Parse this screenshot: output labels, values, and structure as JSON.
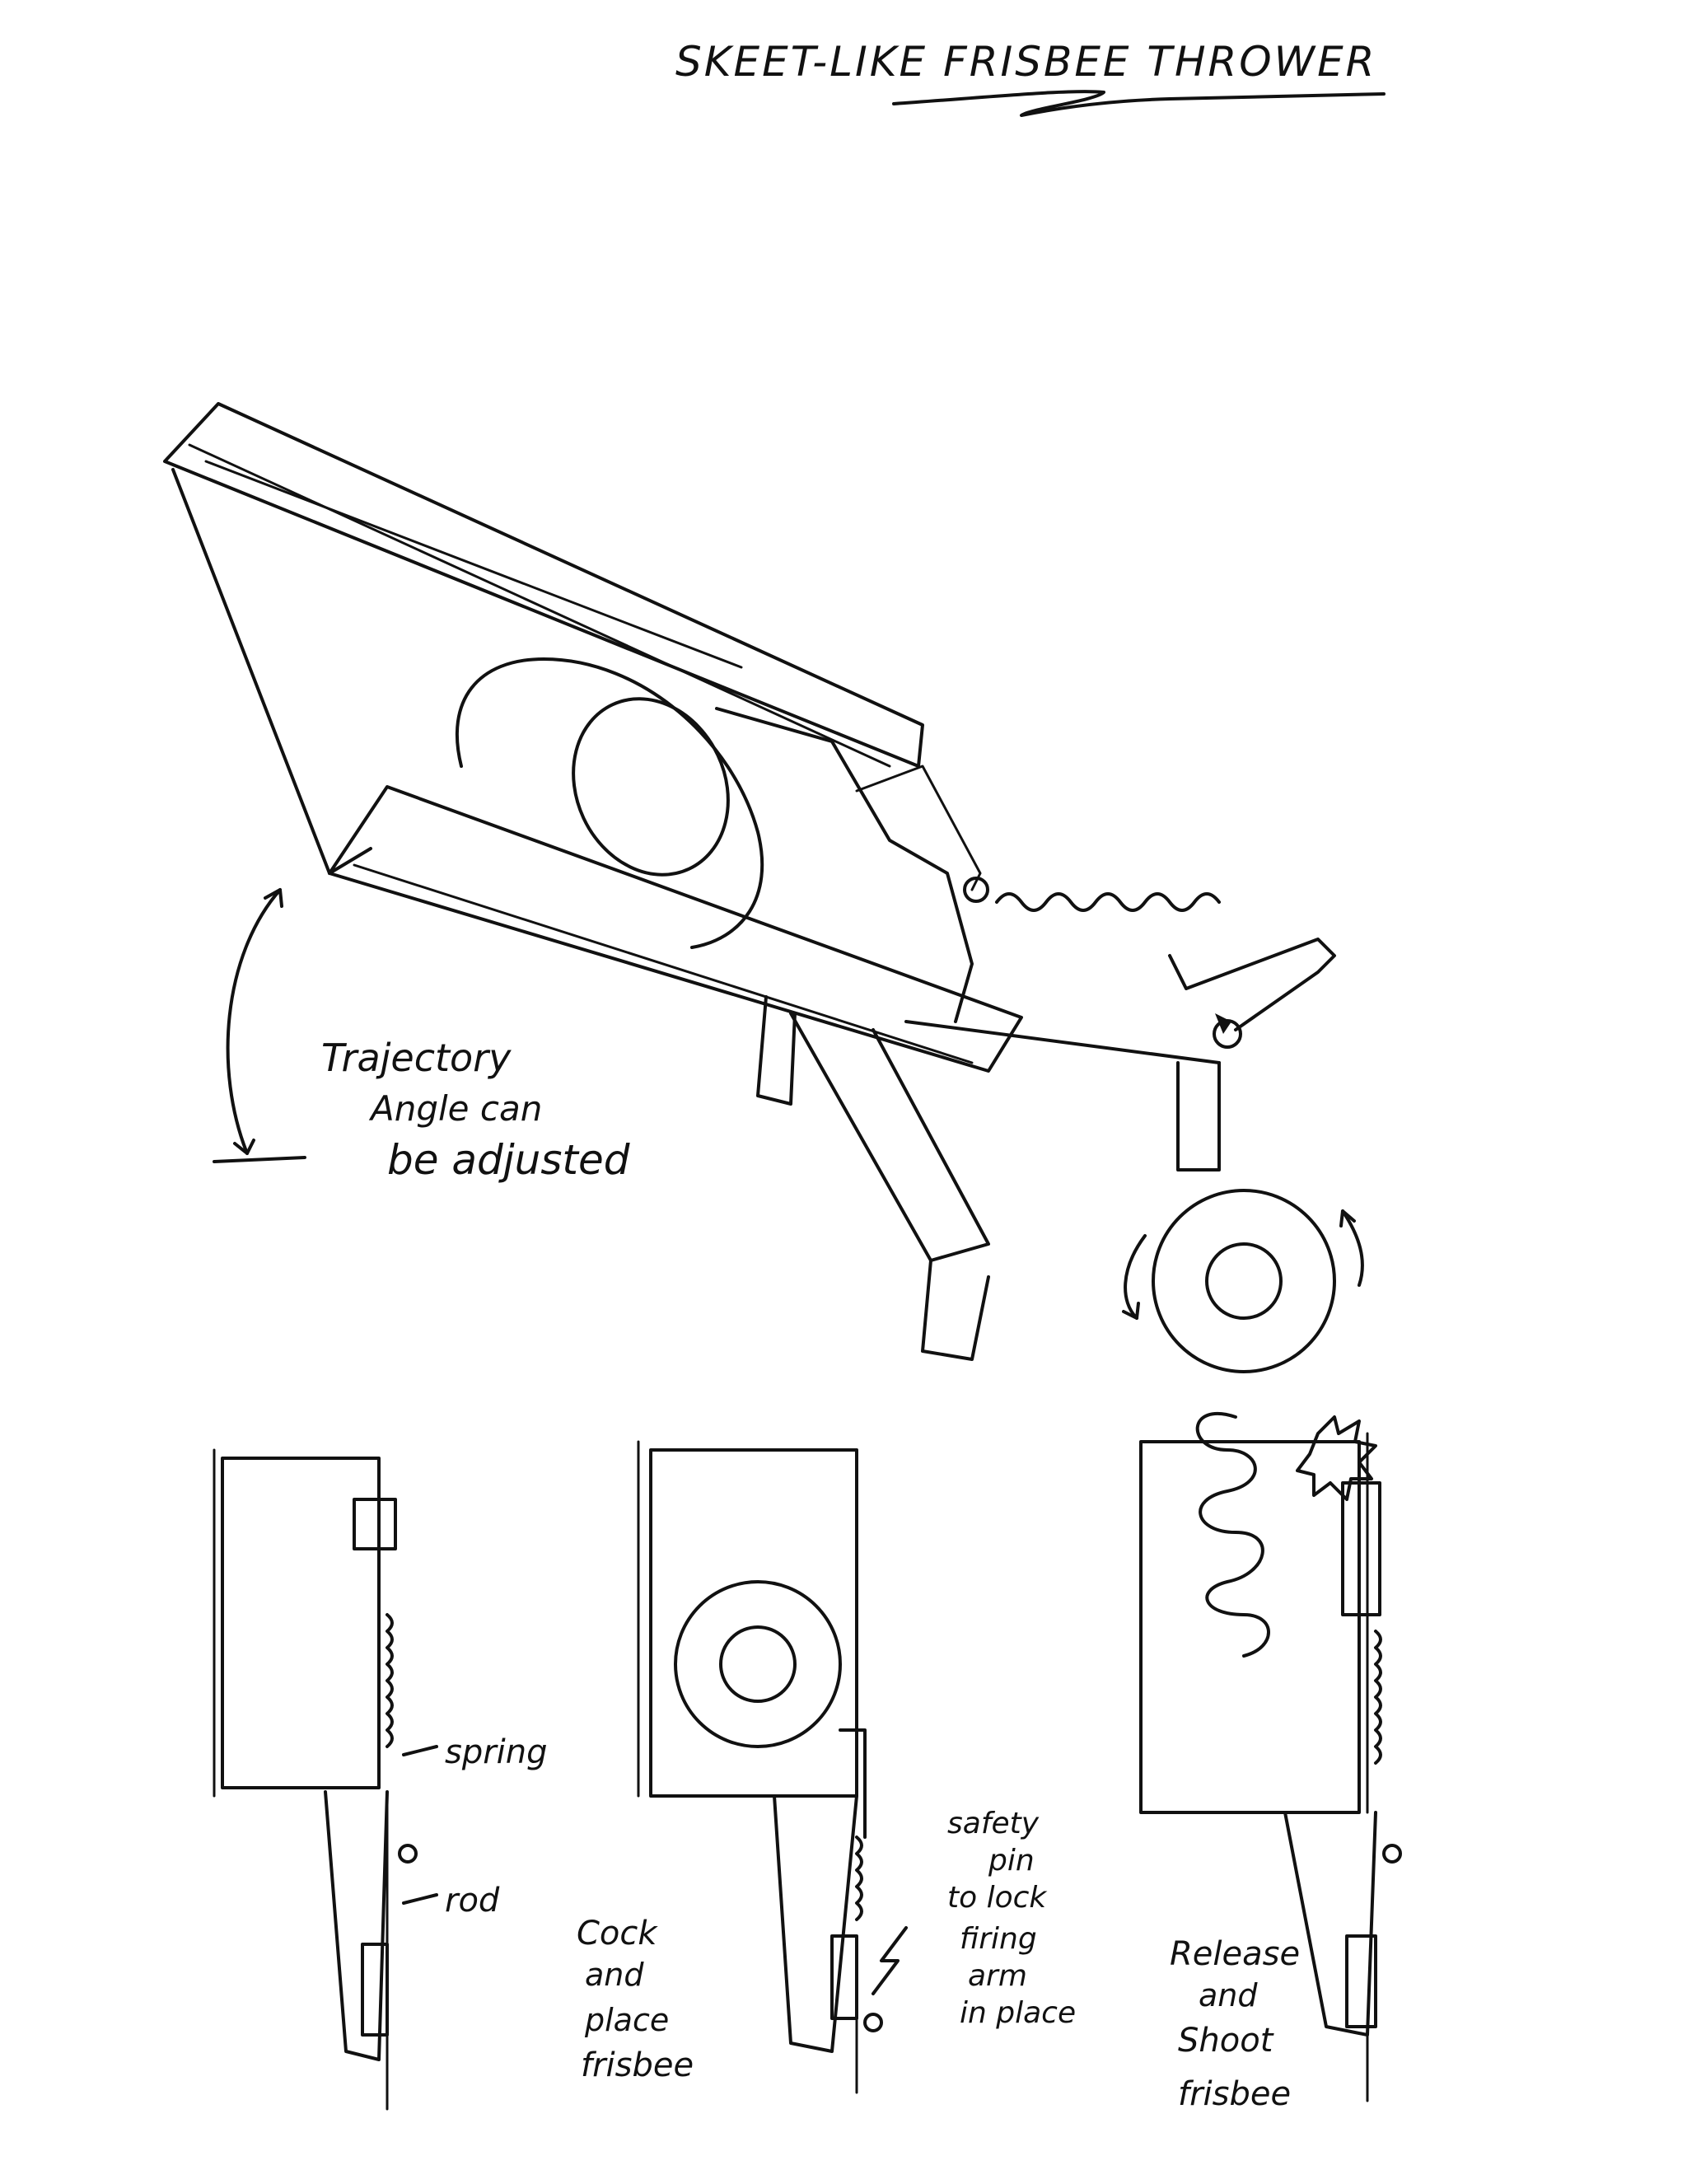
{
  "title": "SKEET-LIKE FRISBEE THROWER",
  "annotations": {
    "trajectory": [
      "Trajectory",
      "Angle can",
      "be adjusted"
    ],
    "spring": "spring",
    "rod": "rod",
    "step1": [
      "Cock",
      "and",
      "place",
      "frisbee"
    ],
    "safety": [
      "safety",
      "pin",
      "to lock",
      "firing",
      "arm",
      "in place"
    ],
    "step3": [
      "Release",
      "and",
      "Shoot",
      "frisbee"
    ]
  }
}
